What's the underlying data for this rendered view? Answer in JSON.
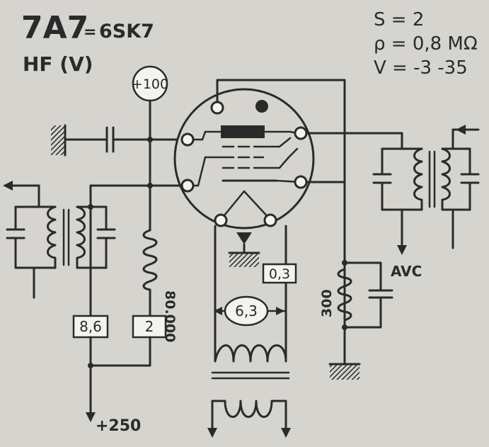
{
  "title": {
    "tube": "7A7",
    "separator": "=",
    "equivalent": "6SK7",
    "function": "HF (V)"
  },
  "specs": {
    "transconductance": "S = 2",
    "resistance": "ρ = 0,8 MΩ",
    "grid_bias": "V = -3 -35"
  },
  "labels": {
    "screen_voltage": "+100",
    "screen_resistor": "80.000",
    "screen_current": "2",
    "plate_current": "8,6",
    "supply": "+250",
    "heater_current": "0,3",
    "heater_voltage": "6,3",
    "cathode_resistor": "300",
    "avc": "AVC"
  },
  "colors": {
    "paper": "#d6d4cf",
    "ink": "#2a2a2a",
    "box_fill": "#f4f3ef"
  }
}
